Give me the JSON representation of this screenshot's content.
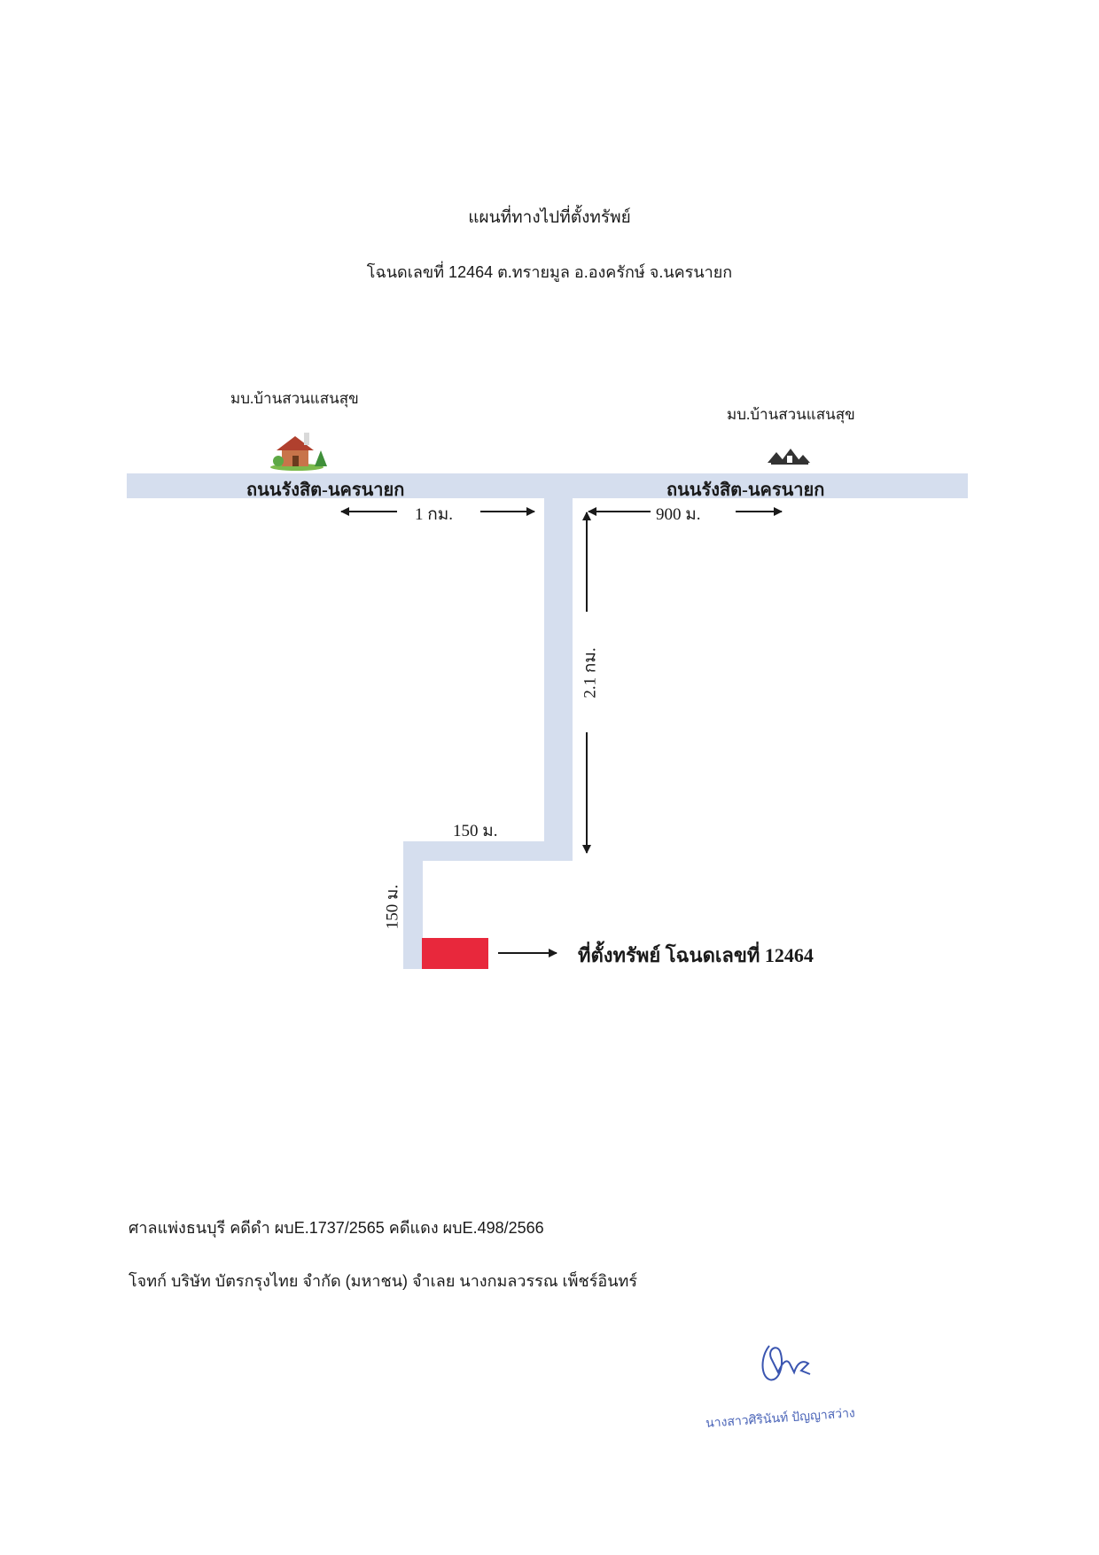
{
  "header": {
    "title": "แผนที่ทางไปที่ตั้งทรัพย์",
    "subtitle": "โฉนดเลขที่ 12464 ต.ทรายมูล อ.องครักษ์ จ.นครนายก"
  },
  "map": {
    "village_left": "มบ.บ้านสวนแสนสุข",
    "village_right": "มบ.บ้านสวนแสนสุข",
    "road_left": "ถนนรังสิต-นครนายก",
    "road_right": "ถนนรังสิต-นครนายก",
    "dist_left": "1 กม.",
    "dist_right": "900 ม.",
    "dist_vertical": "2.1 กม.",
    "dist_branch_h": "150 ม.",
    "dist_branch_v": "150 ม.",
    "property_label": "ที่ตั้งทรัพย์ โฉนดเลขที่ 12464",
    "colors": {
      "road": "#d5deee",
      "property": "#e8283c"
    },
    "icons": [
      "house-icon",
      "village-icon"
    ]
  },
  "footer": {
    "court_line": "ศาลแพ่งธนบุรี     คดีดำ ผบE.1737/2565  คดีแดง ผบE.498/2566",
    "parties_line": "โจทก์ บริษัท บัตรกรุงไทย จำกัด (มหาชน)     จำเลย นางกมลวรรณ เพ็ชร์อินทร์"
  },
  "signature": {
    "name": "นางสาวศิรินันท์ ปัญญาสว่าง"
  }
}
